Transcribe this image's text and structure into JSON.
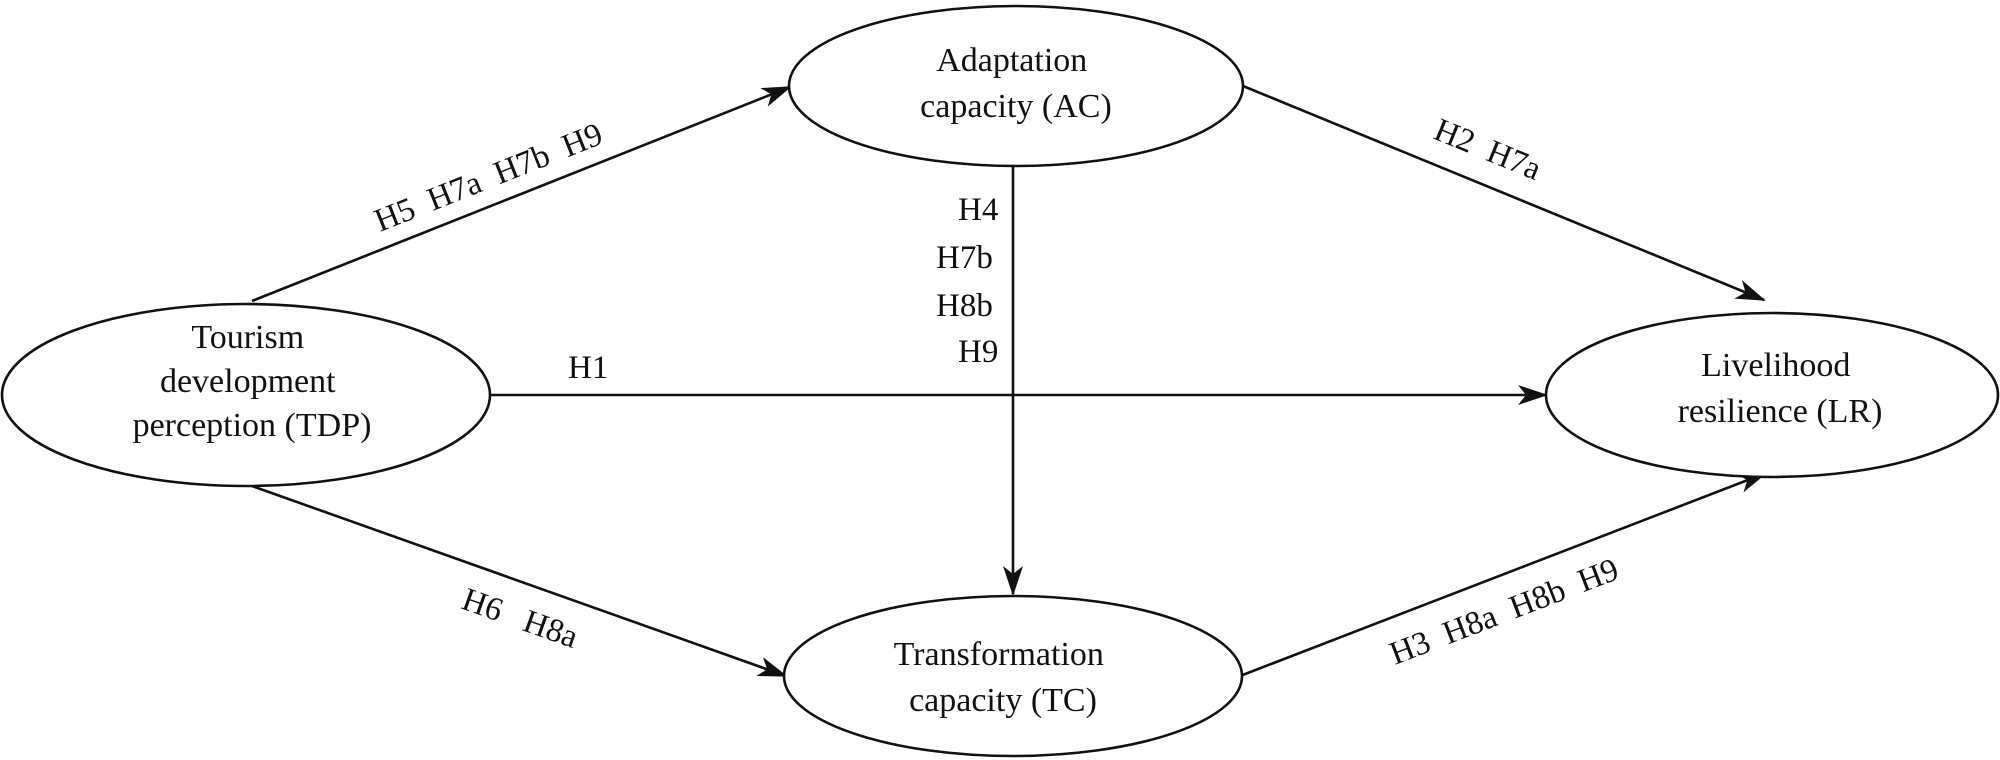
{
  "nodes": {
    "tdp": {
      "lines": [
        "Tourism",
        "development",
        "perception (TDP)"
      ]
    },
    "ac": {
      "lines": [
        "Adaptation",
        "capacity (AC)"
      ]
    },
    "tc": {
      "lines": [
        "Transformation",
        "capacity (TC)"
      ]
    },
    "lr": {
      "lines": [
        "Livelihood",
        "resilience (LR)"
      ]
    }
  },
  "edges": {
    "tdp_ac": {
      "label": "H5  H7a  H7b  H9"
    },
    "tdp_lr": {
      "label": "H1"
    },
    "tdp_tc": {
      "label": "H6   H8a"
    },
    "ac_lr": {
      "label": "H2  H7a"
    },
    "ac_tc": {
      "lines": [
        "H4",
        "H7b",
        "H8b",
        "H9"
      ]
    },
    "tc_lr": {
      "label": "H3  H8a  H8b  H9"
    }
  },
  "colors": {
    "stroke": "#111111",
    "background": "#ffffff"
  }
}
